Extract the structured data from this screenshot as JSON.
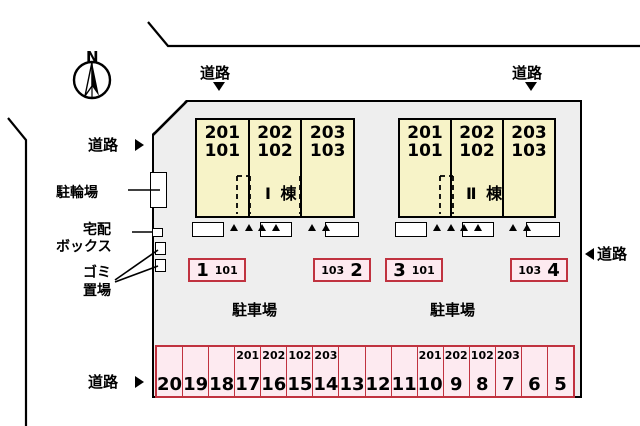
{
  "diagram": {
    "title": "apartment-site-plan",
    "compass": {
      "label": "N"
    },
    "roads": [
      {
        "name": "road-top-left",
        "label": "道路",
        "arrow": "down"
      },
      {
        "name": "road-top-right",
        "label": "道路",
        "arrow": "down"
      },
      {
        "name": "road-left-upper",
        "label": "道路",
        "arrow": "right"
      },
      {
        "name": "road-left-bottom",
        "label": "道路",
        "arrow": "right"
      },
      {
        "name": "road-right",
        "label": "道路",
        "arrow": "left"
      }
    ],
    "facilities": [
      {
        "name": "bicycle-parking",
        "label": "駐輪場"
      },
      {
        "name": "delivery-box",
        "label": "宅配\nボックス",
        "line1": "宅配",
        "line2": "ボックス"
      },
      {
        "name": "garbage-area",
        "label": "ゴミ\n置場",
        "line1": "ゴミ",
        "line2": "置場"
      }
    ],
    "buildings": [
      {
        "name": "building-1",
        "label": "Ⅰ 棟",
        "units": [
          {
            "upper": "201",
            "lower": "101"
          },
          {
            "upper": "202",
            "lower": "102"
          },
          {
            "upper": "203",
            "lower": "103"
          }
        ]
      },
      {
        "name": "building-2",
        "label": "Ⅱ 棟",
        "units": [
          {
            "upper": "201",
            "lower": "101"
          },
          {
            "upper": "202",
            "lower": "102"
          },
          {
            "upper": "203",
            "lower": "103"
          }
        ]
      }
    ],
    "parking_labels": [
      {
        "name": "parking-label-left",
        "label": "駐車場"
      },
      {
        "name": "parking-label-right",
        "label": "駐車場"
      }
    ],
    "parking_stalls_middle": [
      {
        "number": "1",
        "room": "101",
        "order": "num-first"
      },
      {
        "number": "2",
        "room": "103",
        "order": "room-first"
      },
      {
        "number": "3",
        "room": "101",
        "order": "num-first"
      },
      {
        "number": "4",
        "room": "103",
        "order": "room-first"
      }
    ],
    "parking_stalls_bottom": [
      {
        "number": "20",
        "room": ""
      },
      {
        "number": "19",
        "room": ""
      },
      {
        "number": "18",
        "room": ""
      },
      {
        "number": "17",
        "room": "201"
      },
      {
        "number": "16",
        "room": "202"
      },
      {
        "number": "15",
        "room": "102"
      },
      {
        "number": "14",
        "room": "203"
      },
      {
        "number": "13",
        "room": ""
      },
      {
        "number": "12",
        "room": ""
      },
      {
        "number": "11",
        "room": ""
      },
      {
        "number": "10",
        "room": "201"
      },
      {
        "number": "9",
        "room": "202"
      },
      {
        "number": "8",
        "room": "102"
      },
      {
        "number": "7",
        "room": "203"
      },
      {
        "number": "6",
        "room": ""
      },
      {
        "number": "5",
        "room": ""
      }
    ],
    "colors": {
      "building_fill": "#f7f3c8",
      "site_fill": "#eeeeee",
      "stall_fill": "#fdeaf0",
      "stall_border": "#c0323f",
      "line": "#000000"
    }
  }
}
